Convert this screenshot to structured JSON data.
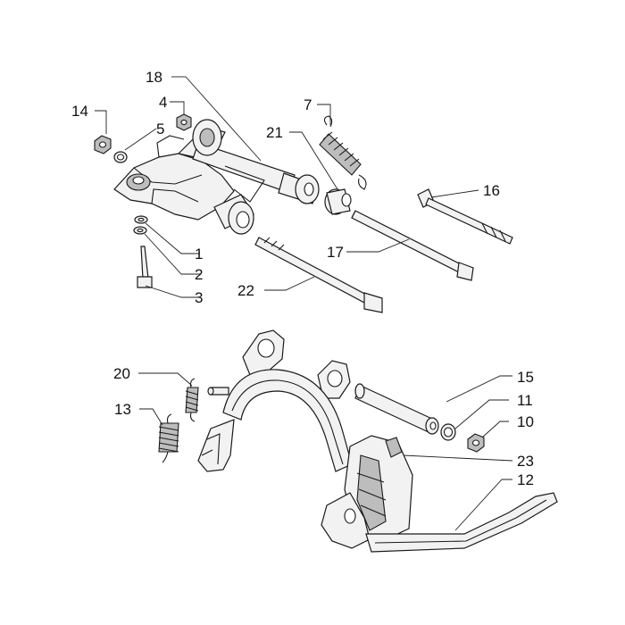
{
  "callouts": [
    {
      "id": "1",
      "label": "1"
    },
    {
      "id": "2",
      "label": "2"
    },
    {
      "id": "3",
      "label": "3"
    },
    {
      "id": "4",
      "label": "4"
    },
    {
      "id": "5",
      "label": "5"
    },
    {
      "id": "7",
      "label": "7"
    },
    {
      "id": "10",
      "label": "10"
    },
    {
      "id": "11",
      "label": "11"
    },
    {
      "id": "12",
      "label": "12"
    },
    {
      "id": "13",
      "label": "13"
    },
    {
      "id": "14",
      "label": "14"
    },
    {
      "id": "15",
      "label": "15"
    },
    {
      "id": "16",
      "label": "16"
    },
    {
      "id": "17",
      "label": "17"
    },
    {
      "id": "18",
      "label": "18"
    },
    {
      "id": "20",
      "label": "20"
    },
    {
      "id": "21",
      "label": "21"
    },
    {
      "id": "22",
      "label": "22"
    },
    {
      "id": "23",
      "label": "23"
    }
  ]
}
